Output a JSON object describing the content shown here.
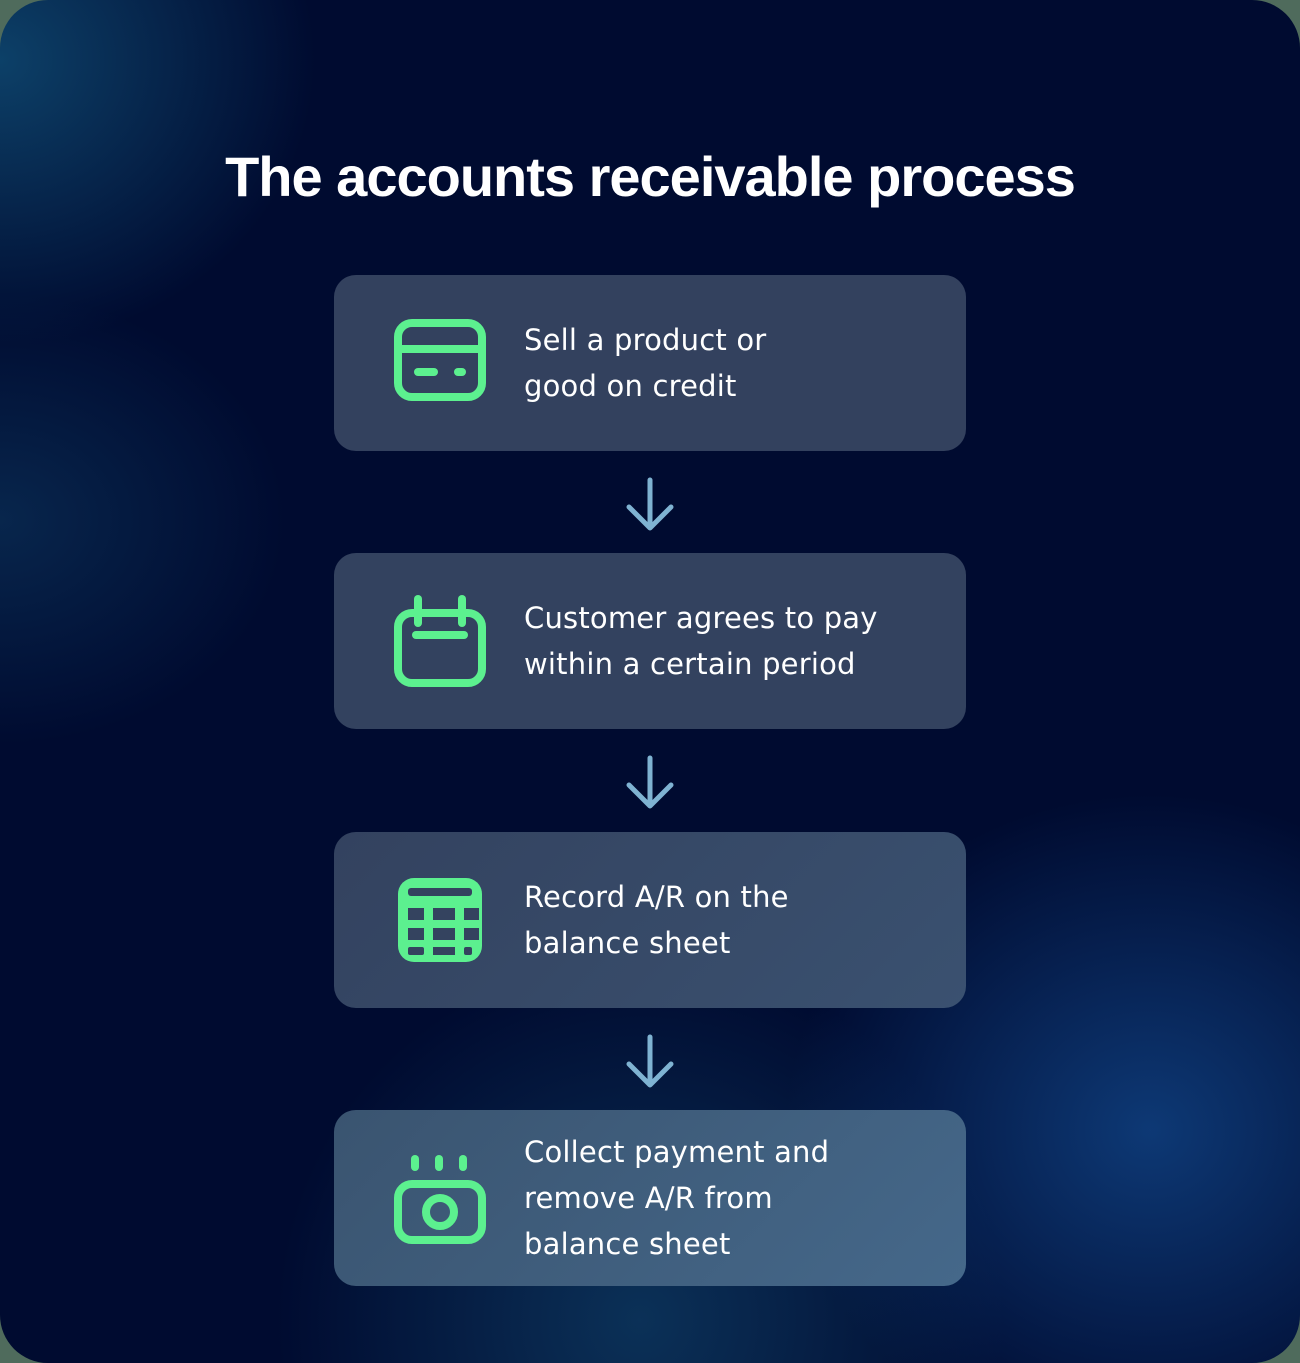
{
  "title": "The accounts receivable process",
  "colors": {
    "icon_accent": "#5cf08f",
    "arrow": "#7fb3d2",
    "background": "#000b30",
    "card_1": "#33425f",
    "card_4": "#436682"
  },
  "steps": [
    {
      "icon": "credit-card-icon",
      "label": "Sell a product or good on credit"
    },
    {
      "icon": "calendar-icon",
      "label": "Customer agrees to pay within a certain period"
    },
    {
      "icon": "spreadsheet-table-icon",
      "label": "Record A/R on the balance sheet"
    },
    {
      "icon": "cash-payment-icon",
      "label": "Collect payment and remove A/R from balance sheet"
    }
  ],
  "connectors": [
    {
      "icon": "arrow-down-icon"
    },
    {
      "icon": "arrow-down-icon"
    },
    {
      "icon": "arrow-down-icon"
    }
  ]
}
